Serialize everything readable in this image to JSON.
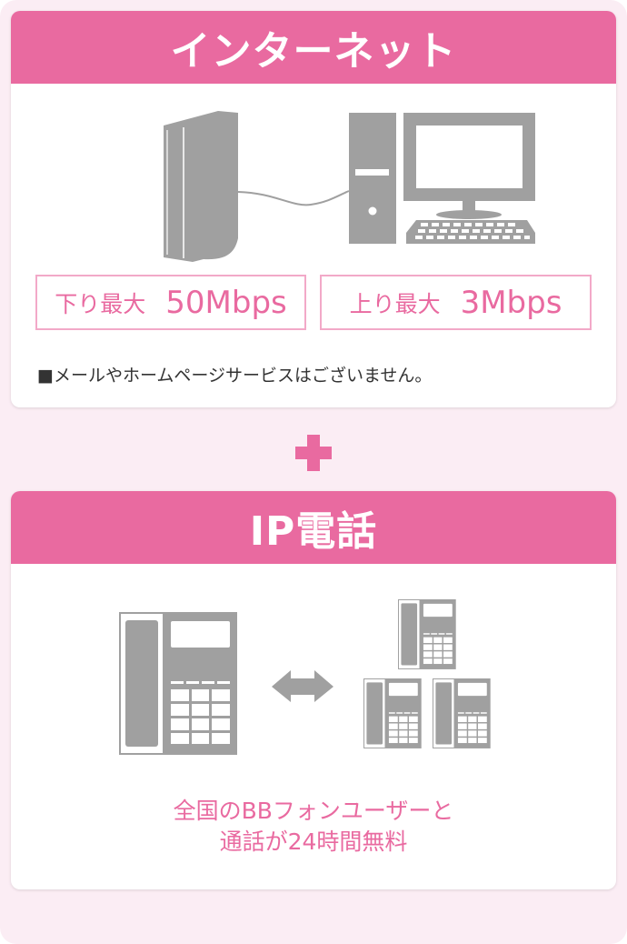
{
  "internet": {
    "title": "インターネット",
    "download_label": "下り最大",
    "download_value": "50Mbps",
    "upload_label": "上り最大",
    "upload_value": "3Mbps",
    "note": "■メールやホームページサービスはございません。"
  },
  "ip_phone": {
    "title": "IP電話",
    "line1": "全国のBBフォンユーザーと",
    "line2": "通話が24時間無料"
  },
  "colors": {
    "accent": "#e96aa0",
    "icon_gray": "#a0a0a0",
    "background": "#fbedf4"
  }
}
